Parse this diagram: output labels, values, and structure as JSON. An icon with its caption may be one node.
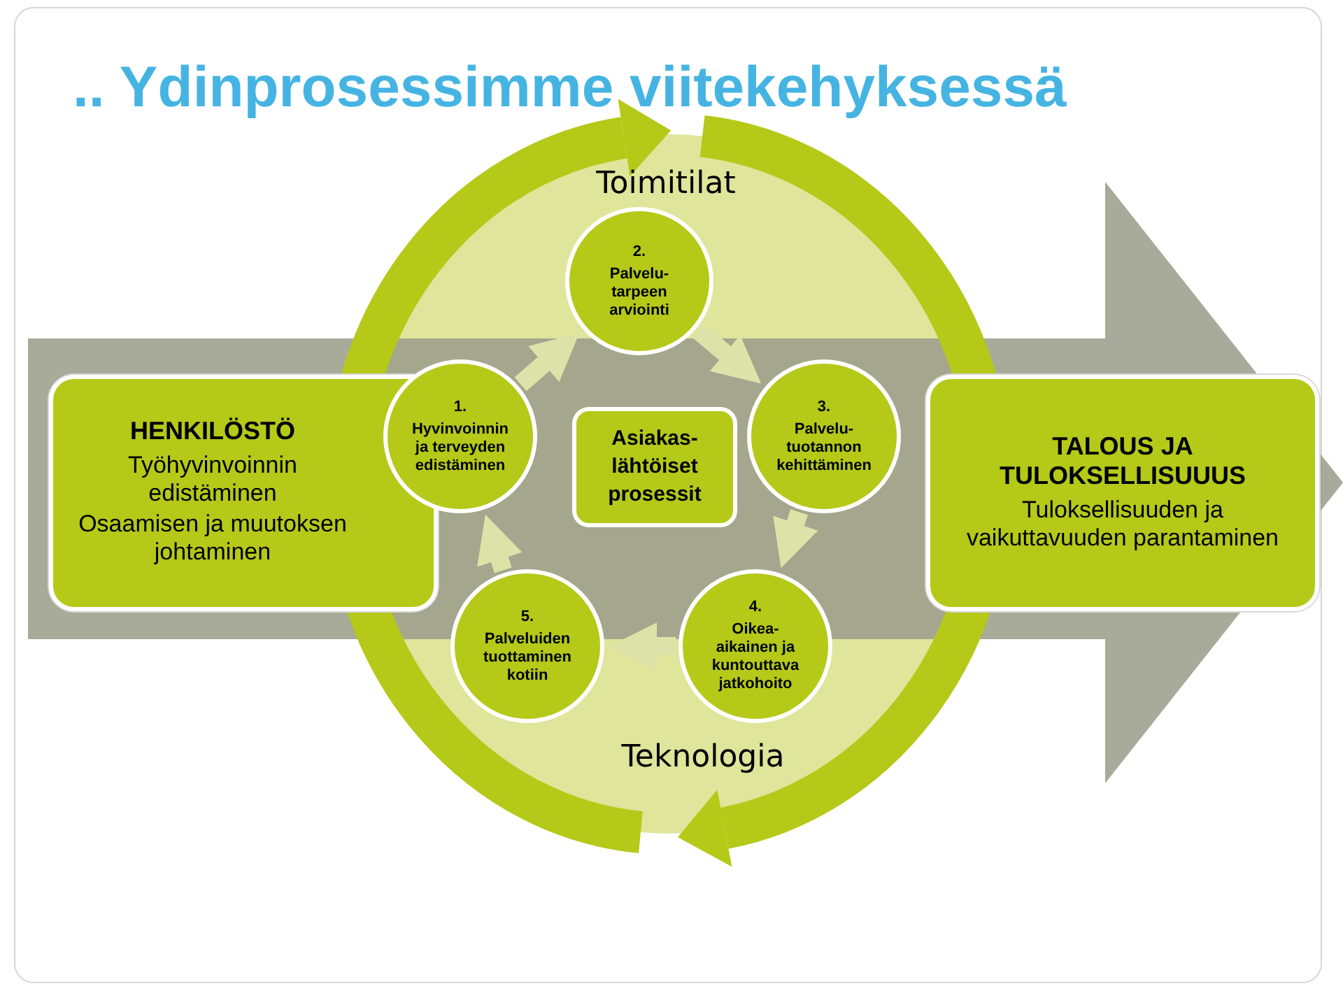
{
  "diagram": {
    "title": ".. Ydinprosessimme viitekehyksessä",
    "nodes": [
      {
        "text": [
          "HENKILÖSTÖ",
          "Työhyvinvoinnin edistäminen",
          "Osaamisen ja muutoksen johtaminen"
        ]
      },
      {
        "text": [
          "1.",
          "Hyvinvoinnin ja terveyden edistäminen"
        ]
      },
      {
        "text": [
          "2.",
          "Palvelu-tarpeen arviointi"
        ]
      },
      {
        "text": [
          "3.",
          "Palvelu-tuotannon kehittäminen"
        ]
      },
      {
        "text": [
          "4.",
          "Oikea-aikainen ja kuntouttava jatkohoito"
        ]
      },
      {
        "text": [
          "5.",
          "Palveluiden tuottaminen kotiin"
        ]
      },
      {
        "text": [
          "Asiakas-lähtöiset prosessit"
        ]
      },
      {
        "text": [
          "TALOUS JA TULOKSELLISUUUS",
          "Tuloksellisuuden ja vaikuttavuuden parantaminen"
        ]
      }
    ],
    "edges": [
      {
        "from": 1,
        "to": 2,
        "arrow": "to"
      },
      {
        "from": 2,
        "to": 3,
        "arrow": "to"
      },
      {
        "from": 3,
        "to": 4,
        "arrow": "to"
      },
      {
        "from": 4,
        "to": 5,
        "arrow": "to"
      },
      {
        "from": 5,
        "to": 1,
        "arrow": "to"
      }
    ],
    "labels": [
      "Toimitilat",
      "Teknologia"
    ]
  }
}
